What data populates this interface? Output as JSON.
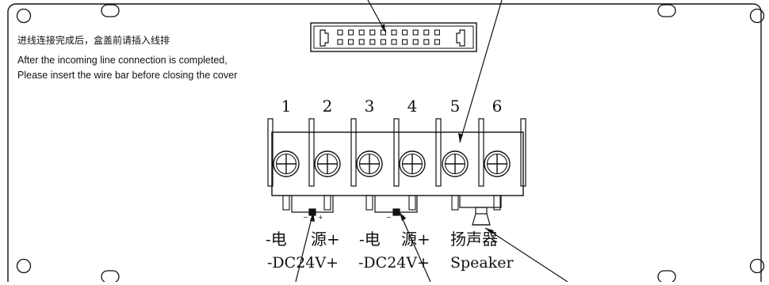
{
  "notice": {
    "line_cn": "进线连接完成后，盒盖前请插入线排",
    "line_en_1": "After the incoming line connection is completed,",
    "line_en_2": "Please insert  the wire bar before closing the cover"
  },
  "terminals": {
    "numbers": [
      "1",
      "2",
      "3",
      "4",
      "5",
      "6"
    ]
  },
  "labels": {
    "power1_cn_a": "-电",
    "power1_cn_b": "源+",
    "power1_en": "-DC24V+",
    "power2_cn_a": "-电",
    "power2_cn_b": "源+",
    "power2_en": "-DC24V+",
    "speaker_cn": "扬声器",
    "speaker_en": "Speaker"
  }
}
